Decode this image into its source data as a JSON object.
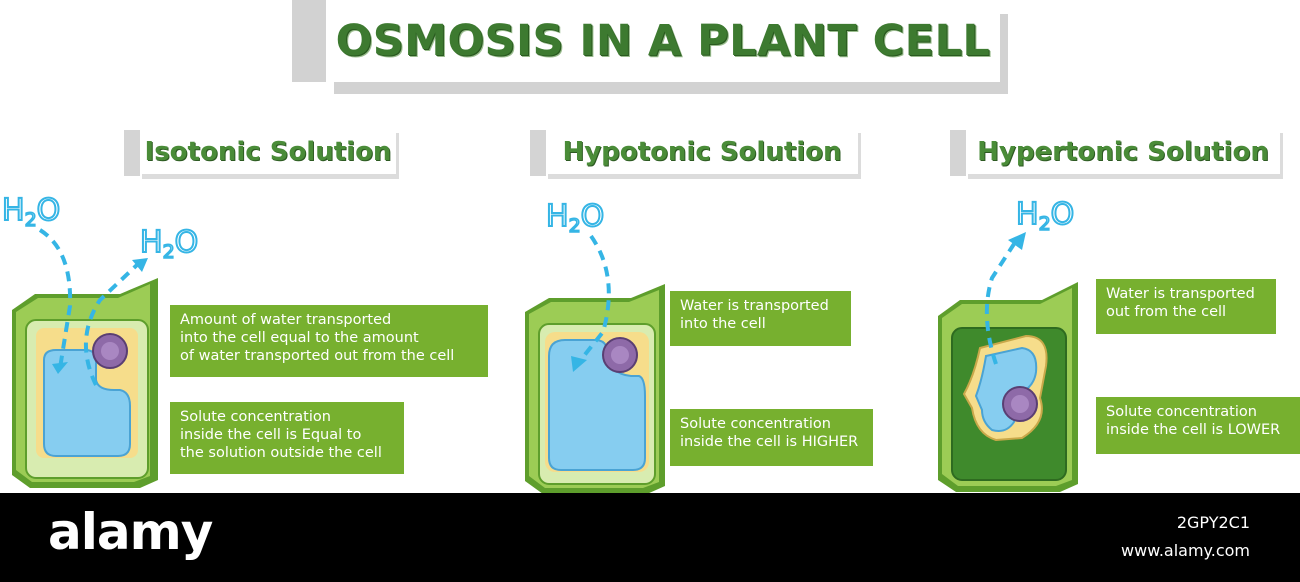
{
  "title": "OSMOSIS IN A PLANT CELL",
  "h2o": {
    "base": "H",
    "sub": "2",
    "tail": "O"
  },
  "sections": [
    {
      "heading": "Isotonic Solution",
      "box1": [
        "Amount of water transported",
        "into the cell equal to the amount",
        "of water transported out from the cell"
      ],
      "box2": [
        "Solute concentration",
        "inside the cell is Equal to",
        "the solution outside the cell"
      ]
    },
    {
      "heading": "Hypotonic  Solution",
      "box1": [
        "Water is transported",
        "into the cell"
      ],
      "box2": [
        "Solute concentration",
        "inside the cell is HIGHER"
      ]
    },
    {
      "heading": "Hypertonic  Solution",
      "box1": [
        "Water is transported",
        "out from the cell"
      ],
      "box2": [
        "Solute concentration",
        "inside the cell is LOWER"
      ]
    }
  ],
  "watermark": {
    "logo": "alamy",
    "image_id": "2GPY2C1",
    "site": "www.alamy.com"
  },
  "colors": {
    "title_green": "#3d7a30",
    "box_green": "#77b02f",
    "cell_wall": "#8cc63f",
    "cytoplasm": "#f6dd8b",
    "vacuole": "#86cdf0",
    "nucleus": "#8e6aa8",
    "water_arrow": "#35b5e5"
  }
}
